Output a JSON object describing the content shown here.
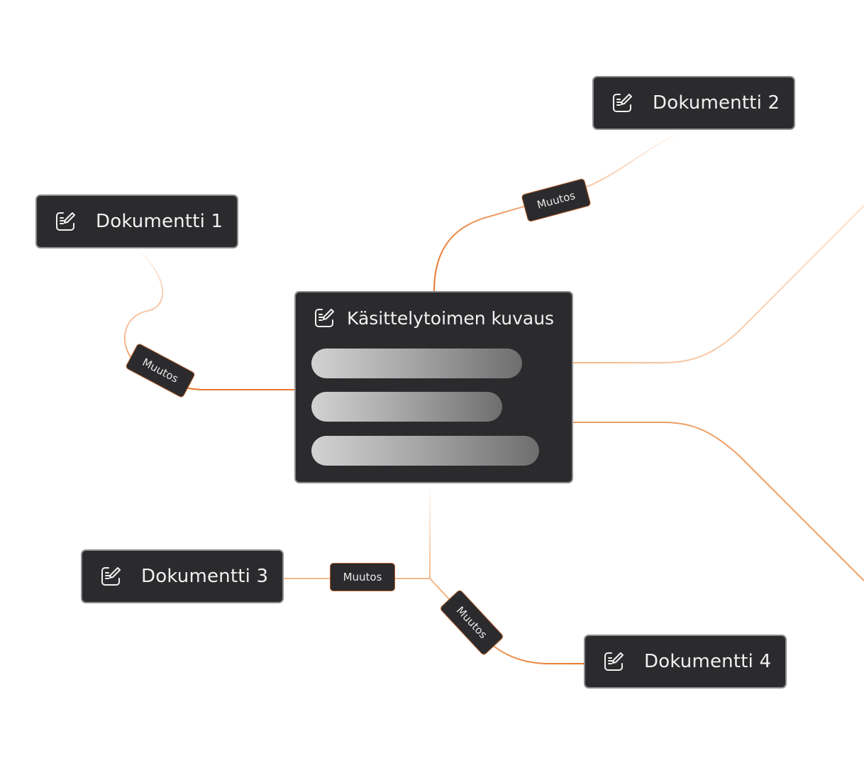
{
  "colors": {
    "node_bg": "#2b2b2e",
    "node_border": "#8d8d8f",
    "edge_strong": "#e8782c",
    "edge_light": "#f5b88a",
    "text": "#f1f1f1"
  },
  "center": {
    "title": "Käsittelytoimen kuvaus",
    "icon": "edit-document-icon",
    "placeholder_bars": 3
  },
  "documents": [
    {
      "label": "Dokumentti 1",
      "icon": "edit-document-icon"
    },
    {
      "label": "Dokumentti 2",
      "icon": "edit-document-icon"
    },
    {
      "label": "Dokumentti 3",
      "icon": "edit-document-icon"
    },
    {
      "label": "Dokumentti 4",
      "icon": "edit-document-icon"
    }
  ],
  "edge_labels": [
    "Muutos",
    "Muutos",
    "Muutos",
    "Muutos"
  ]
}
